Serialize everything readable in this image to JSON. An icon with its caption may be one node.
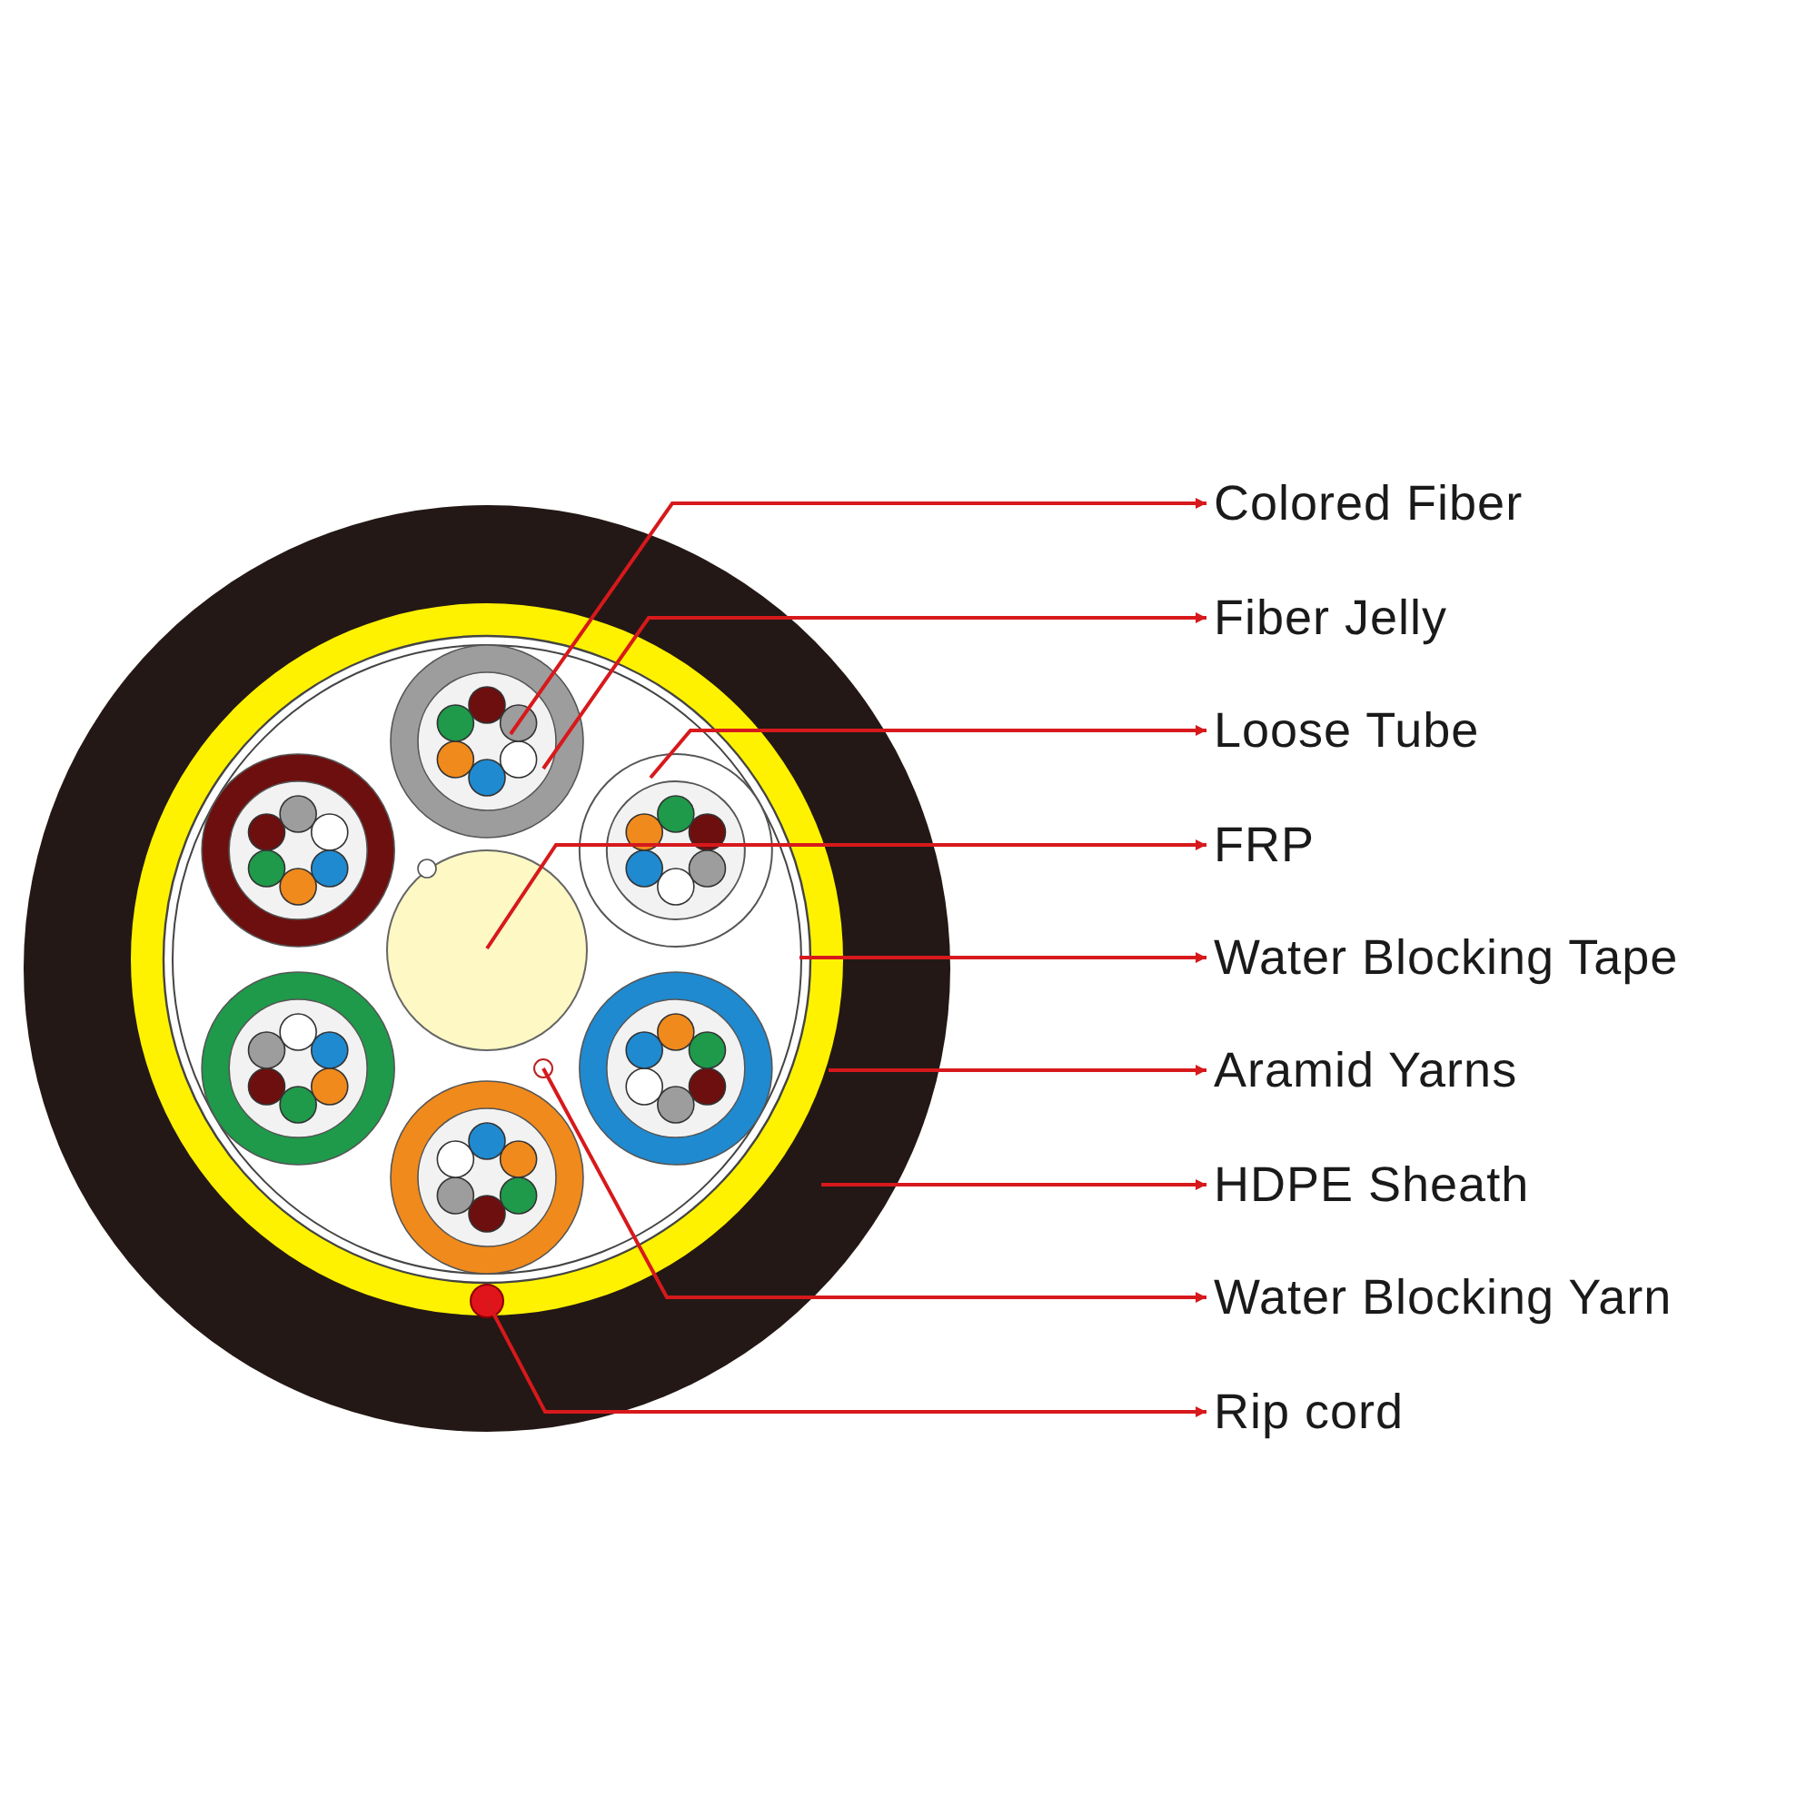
{
  "diagram": {
    "nodes": [
      {
        "text": [
          "Colored Fiber"
        ]
      },
      {
        "text": [
          "Fiber Jelly"
        ]
      },
      {
        "text": [
          "Loose Tube"
        ]
      },
      {
        "text": [
          "FRP"
        ]
      },
      {
        "text": [
          "Water Blocking Tape"
        ]
      },
      {
        "text": [
          "Aramid Yarns"
        ]
      },
      {
        "text": [
          "HDPE Sheath"
        ]
      },
      {
        "text": [
          "Water Blocking Yarn"
        ]
      },
      {
        "text": [
          "Rip cord"
        ]
      },
      {
        "text": [],
        "shape": "circle",
        "in": 10
      },
      {
        "text": [],
        "shape": "circle",
        "in": 13
      },
      {
        "text": [],
        "shape": "circle",
        "in": 13
      },
      {
        "text": [],
        "shape": "circle",
        "in": 13
      },
      {
        "text": [],
        "shape": "circle",
        "in": 14
      },
      {
        "text": [],
        "shape": "circle",
        "in": 15
      },
      {
        "text": [],
        "shape": "circle"
      },
      {
        "text": [],
        "shape": "circle",
        "in": 13
      },
      {
        "text": [],
        "shape": "circle",
        "in": 14
      }
    ],
    "edges": [
      {
        "from": 9,
        "to": 0,
        "arrow": "to"
      },
      {
        "from": 10,
        "to": 1,
        "arrow": "to"
      },
      {
        "from": 11,
        "to": 2,
        "arrow": "to"
      },
      {
        "from": 12,
        "to": 3,
        "arrow": "to"
      },
      {
        "from": 13,
        "to": 4,
        "arrow": "to"
      },
      {
        "from": 14,
        "to": 5,
        "arrow": "to"
      },
      {
        "from": 15,
        "to": 6,
        "arrow": "to"
      },
      {
        "from": 16,
        "to": 7,
        "arrow": "to"
      },
      {
        "from": 17,
        "to": 8,
        "arrow": "to"
      }
    ]
  }
}
